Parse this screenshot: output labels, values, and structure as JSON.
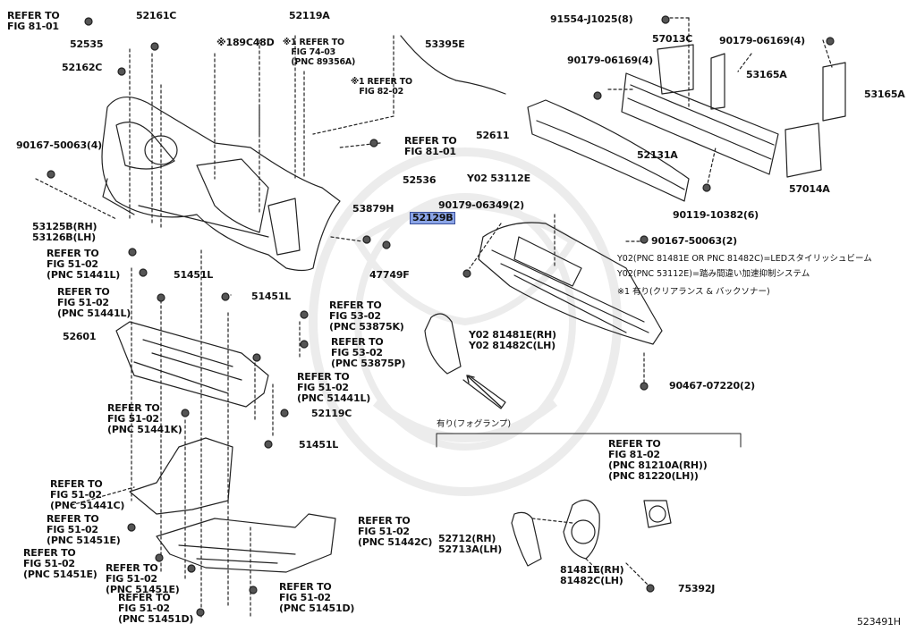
{
  "diagram": {
    "drawing_number": "523491H",
    "highlighted_part": "52129B",
    "labels": {
      "refer_fig_81_01_a": "REFER TO\nFIG 81-01",
      "p52535": "52535",
      "p52161c": "52161C",
      "p52162c": "52162C",
      "p52119a": "52119A",
      "p189c48d": "※189C48D",
      "refer_fig_74_03": "※1 REFER TO\n   FIG 74-03\n   (PNC 89356A)",
      "refer_fig_82_02": "※1 REFER TO\n   FIG 82-02",
      "p53395e": "53395E",
      "p91554": "91554-J1025(8)",
      "p57013c": "57013C",
      "p90179_06169_a": "90179-06169(4)",
      "p90179_06169_b": "90179-06169(4)",
      "p53165a_a": "53165A",
      "p53165a_b": "53165A",
      "p52611": "52611",
      "p52131a": "52131A",
      "p57014a": "57014A",
      "p90119": "90119-10382(6)",
      "p90167_a": "90167-50063(4)",
      "refer_fig_81_01_b": "REFER TO\nFIG 81-01",
      "p52536": "52536",
      "y02_53112e": "Y02 53112E",
      "p90179_06349": "90179-06349(2)",
      "p53125b": "53125B(RH)\n53126B(LH)",
      "p53879h": "53879H",
      "p52129b": "52129B",
      "p90167_b": "90167-50063(2)",
      "refer_51_02_a": "REFER TO\nFIG 51-02\n(PNC 51441L)",
      "p51451l_a": "51451L",
      "p47749f": "47749F",
      "refer_51_02_b": "REFER TO\nFIG 51-02\n(PNC 51441L)",
      "p51451l_b": "51451L",
      "p52601": "52601",
      "refer_53_02_a": "REFER TO\nFIG 53-02\n(PNC 53875K)",
      "refer_53_02_b": "REFER TO\nFIG 53-02\n(PNC 53875P)",
      "y02_81481e": "Y02 81481E(RH)\nY02 81482C(LH)",
      "refer_51_02_c": "REFER TO\nFIG 51-02\n(PNC 51441L)",
      "refer_51_02_d": "REFER TO\nFIG 51-02\n(PNC 51441K)",
      "p52119c": "52119C",
      "p90467": "90467-07220(2)",
      "p51451l_c": "51451L",
      "refer_51_02_e": "REFER TO\nFIG 51-02\n(PNC 51441C)",
      "refer_51_02_f": "REFER TO\nFIG 51-02\n(PNC 51451E)",
      "refer_51_02_g": "REFER TO\nFIG 51-02\n(PNC 51451E)",
      "refer_51_02_h": "REFER TO\nFIG 51-02\n(PNC 51451E)",
      "refer_51_02_i": "REFER TO\nFIG 51-02\n(PNC 51442C)",
      "refer_51_02_j": "REFER TO\nFIG 51-02\n(PNC 51451D)",
      "refer_51_02_k": "REFER TO\nFIG 51-02\n(PNC 51451D)",
      "refer_81_02": "REFER TO\nFIG 81-02\n(PNC 81210A(RH))\n(PNC 81220(LH))",
      "p52712": "52712(RH)\n52713A(LH)",
      "p81481e": "81481E(RH)\n81482C(LH)",
      "p75392j": "75392J",
      "fog_lamp_group": "有り(フォグランプ)"
    },
    "notes": [
      "Y02(PNC 81481E OR PNC 81482C)=LEDスタイリッシュビーム",
      "Y02(PNC 53112E)=踏み間違い加速抑制システム",
      "※1 有り(クリアランス & バックソナー)"
    ],
    "icons": [
      "fastener-icon",
      "callout-arrow-icon",
      "watermark-logo-icon"
    ]
  }
}
